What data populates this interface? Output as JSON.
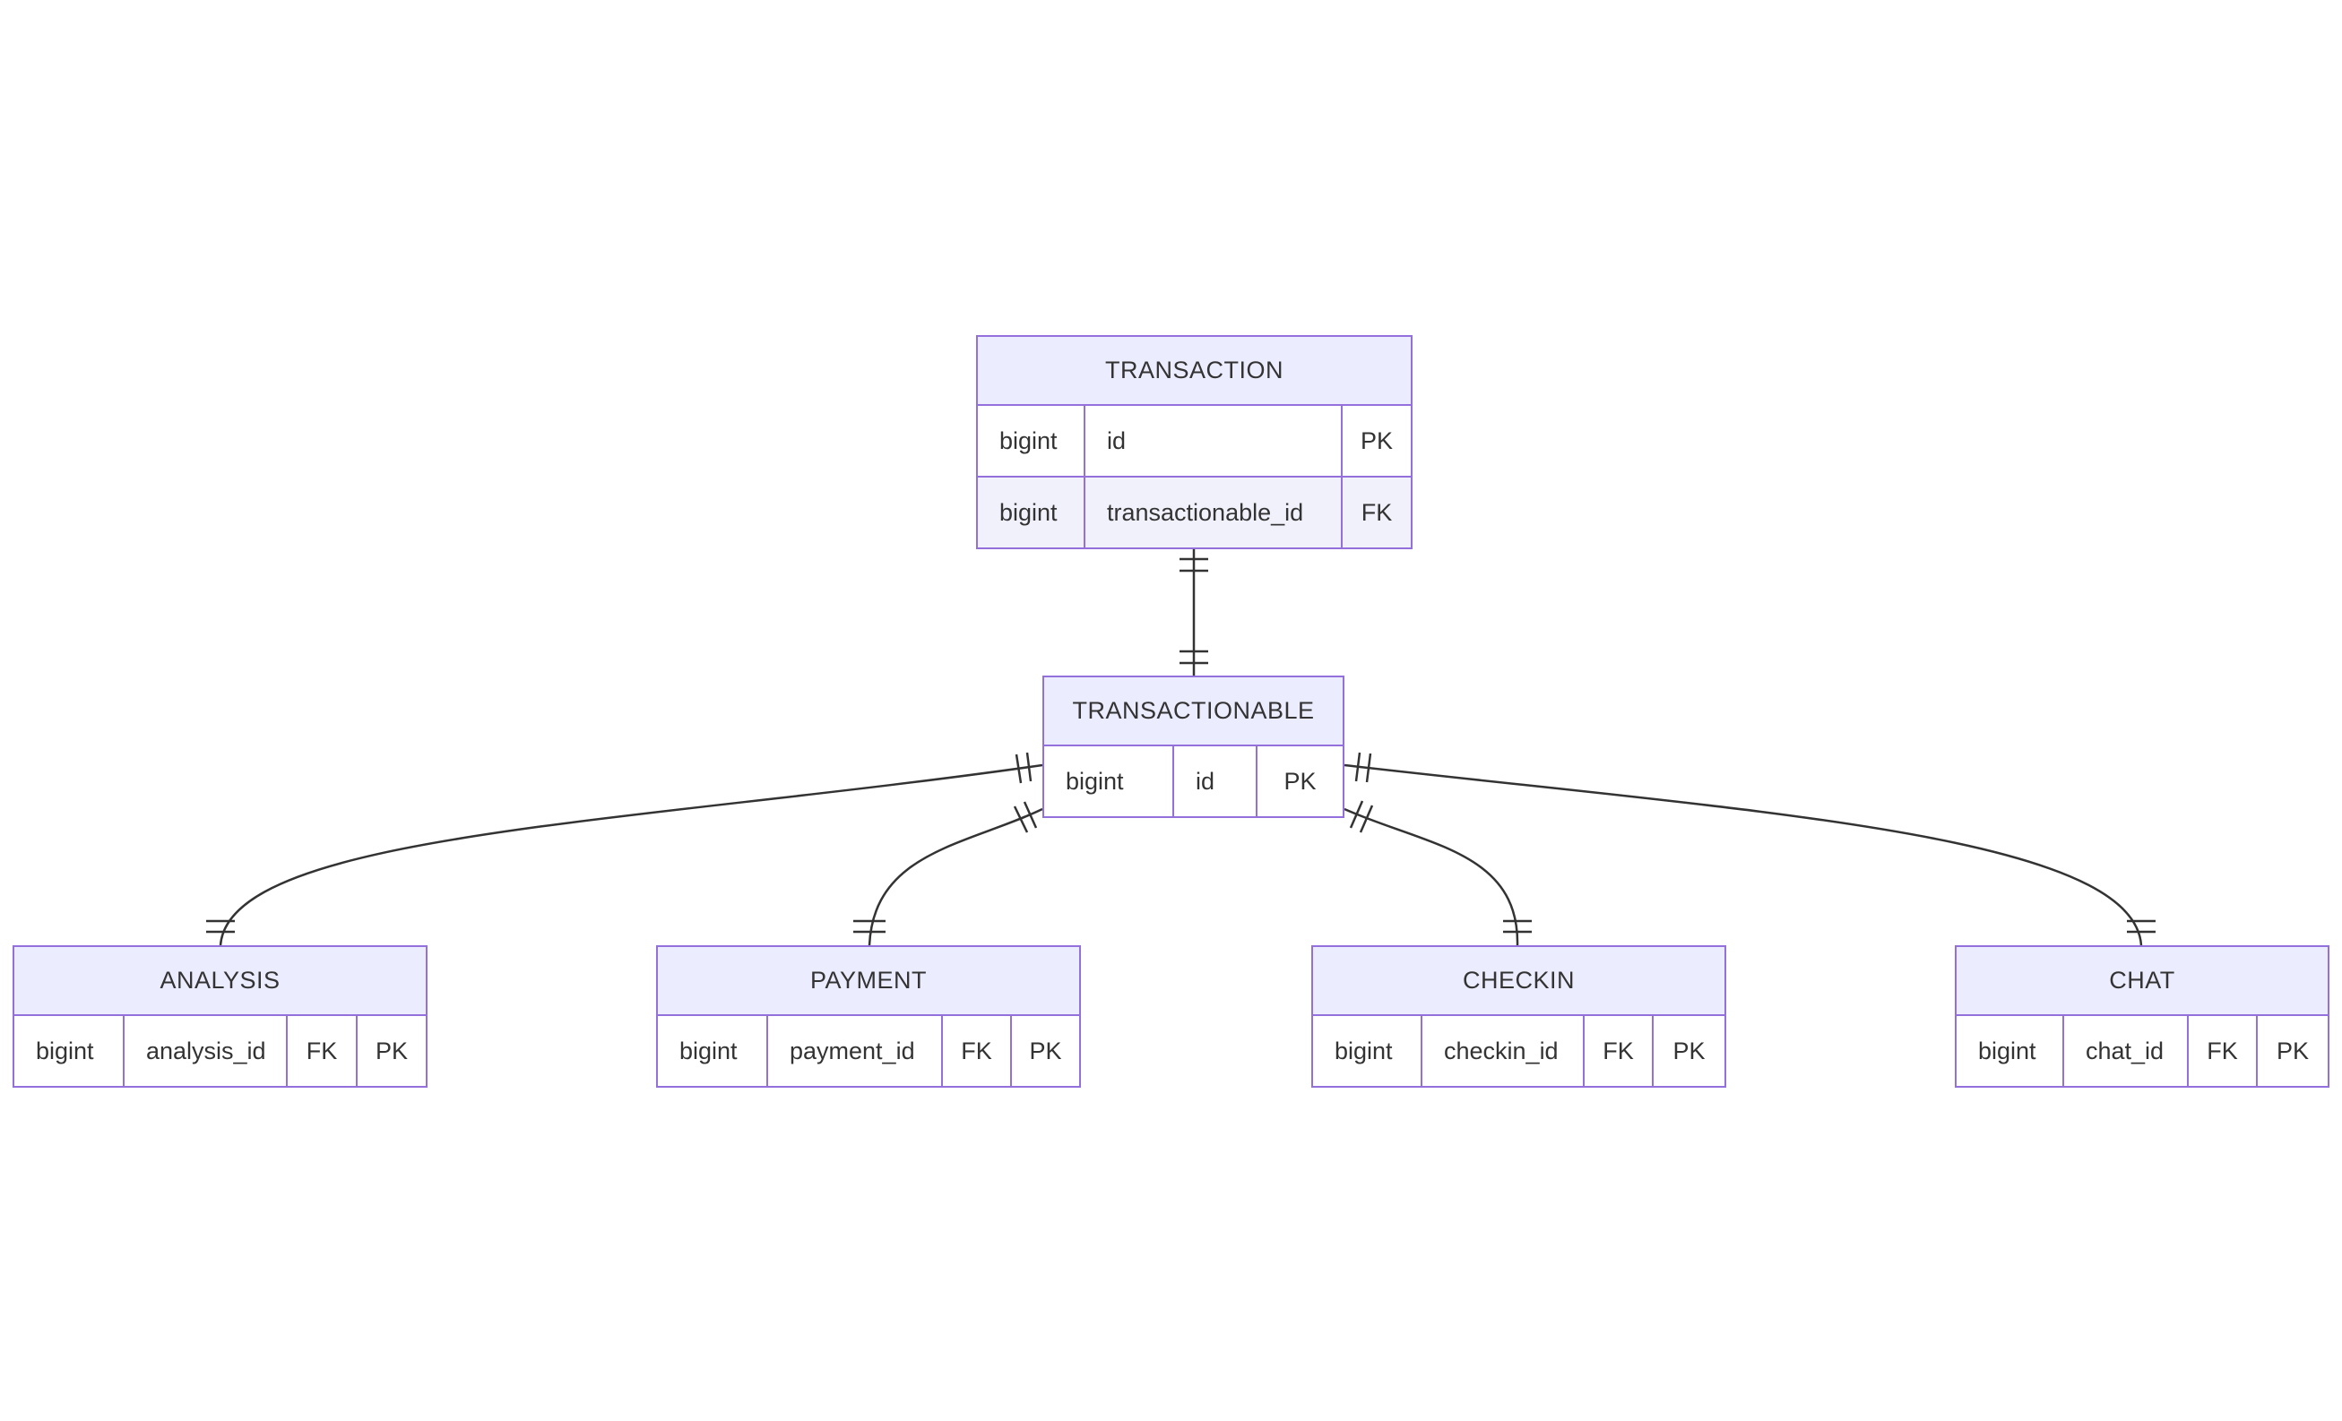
{
  "diagram": {
    "colors": {
      "entity_header_fill": "#ECECFF",
      "row_fill": "#FFFFFF",
      "row_alt_fill": "#F1F1FC",
      "border": "#9370DB",
      "relationship_line": "#333333",
      "text": "#333333"
    },
    "entities": [
      {
        "name": "TRANSACTION",
        "rows": [
          {
            "type": "bigint",
            "name": "id",
            "keys": [
              "PK"
            ]
          },
          {
            "type": "bigint",
            "name": "transactionable_id",
            "keys": [
              "FK"
            ]
          }
        ]
      },
      {
        "name": "TRANSACTIONABLE",
        "rows": [
          {
            "type": "bigint",
            "name": "id",
            "keys": [
              "PK"
            ]
          }
        ]
      },
      {
        "name": "ANALYSIS",
        "rows": [
          {
            "type": "bigint",
            "name": "analysis_id",
            "keys": [
              "FK",
              "PK"
            ]
          }
        ]
      },
      {
        "name": "PAYMENT",
        "rows": [
          {
            "type": "bigint",
            "name": "payment_id",
            "keys": [
              "FK",
              "PK"
            ]
          }
        ]
      },
      {
        "name": "CHECKIN",
        "rows": [
          {
            "type": "bigint",
            "name": "checkin_id",
            "keys": [
              "FK",
              "PK"
            ]
          }
        ]
      },
      {
        "name": "CHAT",
        "rows": [
          {
            "type": "bigint",
            "name": "chat_id",
            "keys": [
              "FK",
              "PK"
            ]
          }
        ]
      }
    ],
    "relationships": [
      {
        "from": "TRANSACTION",
        "to": "TRANSACTIONABLE",
        "cardinality": "one-to-one"
      },
      {
        "from": "TRANSACTIONABLE",
        "to": "ANALYSIS",
        "cardinality": "one-to-one"
      },
      {
        "from": "TRANSACTIONABLE",
        "to": "PAYMENT",
        "cardinality": "one-to-one"
      },
      {
        "from": "TRANSACTIONABLE",
        "to": "CHECKIN",
        "cardinality": "one-to-one"
      },
      {
        "from": "TRANSACTIONABLE",
        "to": "CHAT",
        "cardinality": "one-to-one"
      }
    ]
  }
}
